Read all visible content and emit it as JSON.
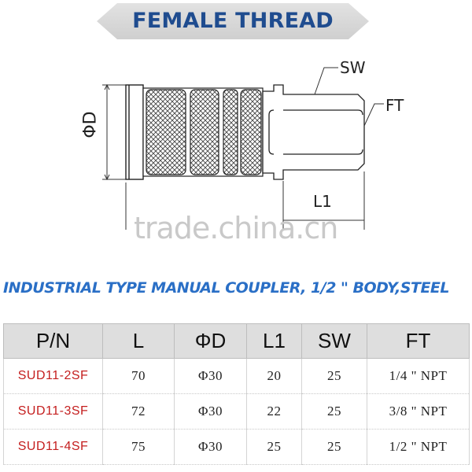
{
  "banner": {
    "title": "FEMALE THREAD",
    "color": "#1f4c8f"
  },
  "drawing": {
    "labels": {
      "diameter": "ΦD",
      "sw": "SW",
      "ft": "FT",
      "l1": "L1"
    }
  },
  "watermark": "trade.china.cn",
  "table_title": "INDUSTRIAL TYPE MANUAL COUPLER, 1/2 \" BODY,STEEL",
  "table": {
    "headers": [
      "P/N",
      "L",
      "ΦD",
      "L1",
      "SW",
      "FT"
    ],
    "rows": [
      [
        "SUD11-2SF",
        "70",
        "Φ30",
        "20",
        "25",
        "1/4 \" NPT"
      ],
      [
        "SUD11-3SF",
        "72",
        "Φ30",
        "22",
        "25",
        "3/8 \" NPT"
      ],
      [
        "SUD11-4SF",
        "75",
        "Φ30",
        "25",
        "25",
        "1/2 \" NPT"
      ]
    ]
  },
  "colors": {
    "heading": "#2a6fc6",
    "part_number": "#c41e1e",
    "header_bg": "#dedede"
  }
}
